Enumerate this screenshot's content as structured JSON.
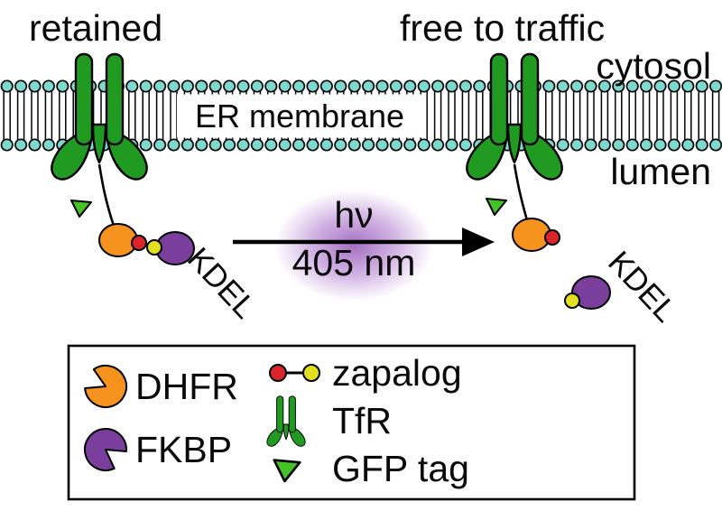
{
  "labels": {
    "retained": "retained",
    "free_to_traffic": "free to traffic",
    "cytosol": "cytosol",
    "er_membrane": "ER membrane",
    "lumen": "lumen",
    "light": "hν",
    "wavelength": "405 nm",
    "kdel_left": "KDEL",
    "kdel_right": "KDEL"
  },
  "legend": {
    "items": [
      {
        "id": "dhfr",
        "label": "DHFR"
      },
      {
        "id": "fkbp",
        "label": "FKBP"
      },
      {
        "id": "zapalog",
        "label": "zapalog"
      },
      {
        "id": "tfr",
        "label": "TfR"
      },
      {
        "id": "gfp",
        "label": "GFP tag"
      }
    ]
  },
  "colors": {
    "receptor_green": "#219a21",
    "gfp_green": "#44c226",
    "lipid_head": "#7fd8d0",
    "dhfr_orange": "#f6921e",
    "fkbp_purple": "#7a3f9d",
    "zapalog_red": "#d9252b",
    "zapalog_yellow": "#e2df21",
    "glow_purple": "#9455b8"
  }
}
